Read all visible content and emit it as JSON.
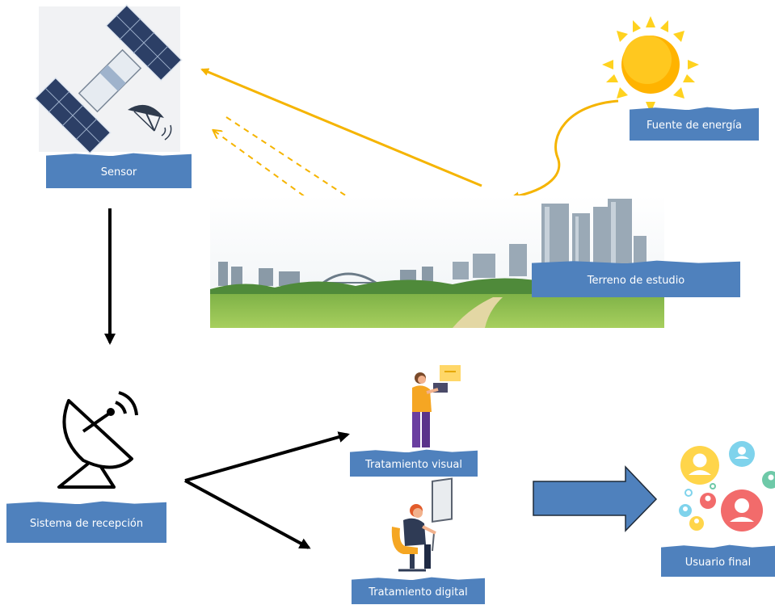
{
  "labels": {
    "sensor": "Sensor",
    "energy": "Fuente de energía",
    "terrain": "Terreno de estudio",
    "reception": "Sistema de recepción",
    "visual": "Tratamiento visual",
    "digital": "Tratamiento digital",
    "user": "Usuario final"
  },
  "colors": {
    "label_bg": "#4f81bd",
    "ray": "#f5b400",
    "flow_arrow": "#000000",
    "big_arrow": "#4f81bd"
  },
  "icons": [
    "satellite-icon",
    "sun-icon",
    "city-landscape-icon",
    "satellite-dish-icon",
    "person-visual-icon",
    "person-computer-icon",
    "users-icon"
  ]
}
